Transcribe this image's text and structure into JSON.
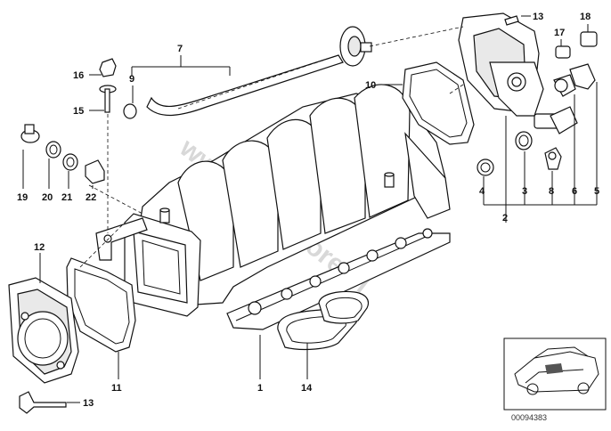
{
  "watermark": "www.BMWstore.pl",
  "drawing_code": "00094383",
  "callouts": {
    "c1": "1",
    "c2": "2",
    "c3": "3",
    "c4": "4",
    "c5": "5",
    "c6": "6",
    "c7": "7",
    "c8": "8",
    "c9": "9",
    "c10": "10",
    "c11": "11",
    "c12": "12",
    "c13a": "13",
    "c13b": "13",
    "c14": "14",
    "c15": "15",
    "c16": "16",
    "c17": "17",
    "c18": "18",
    "c19": "19",
    "c20": "20",
    "c21": "21",
    "c22": "22"
  },
  "icons": {
    "thumbnail": "car-thumbnail-icon"
  }
}
